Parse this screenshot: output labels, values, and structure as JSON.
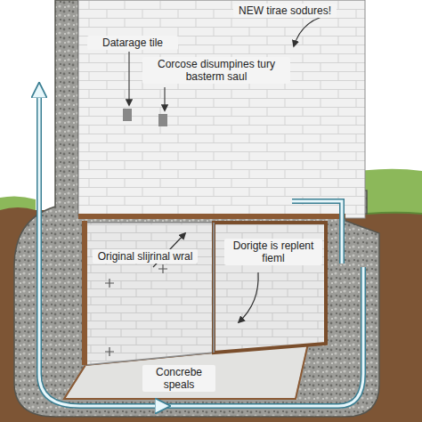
{
  "diagram": {
    "labels": [
      "Datarage tile",
      "NEW tirae sodures!",
      "Corcose disumpines tury basterm saul",
      "Original slijrinal wral",
      "Dorigte is replent fieml",
      "Concrebe speals"
    ]
  }
}
